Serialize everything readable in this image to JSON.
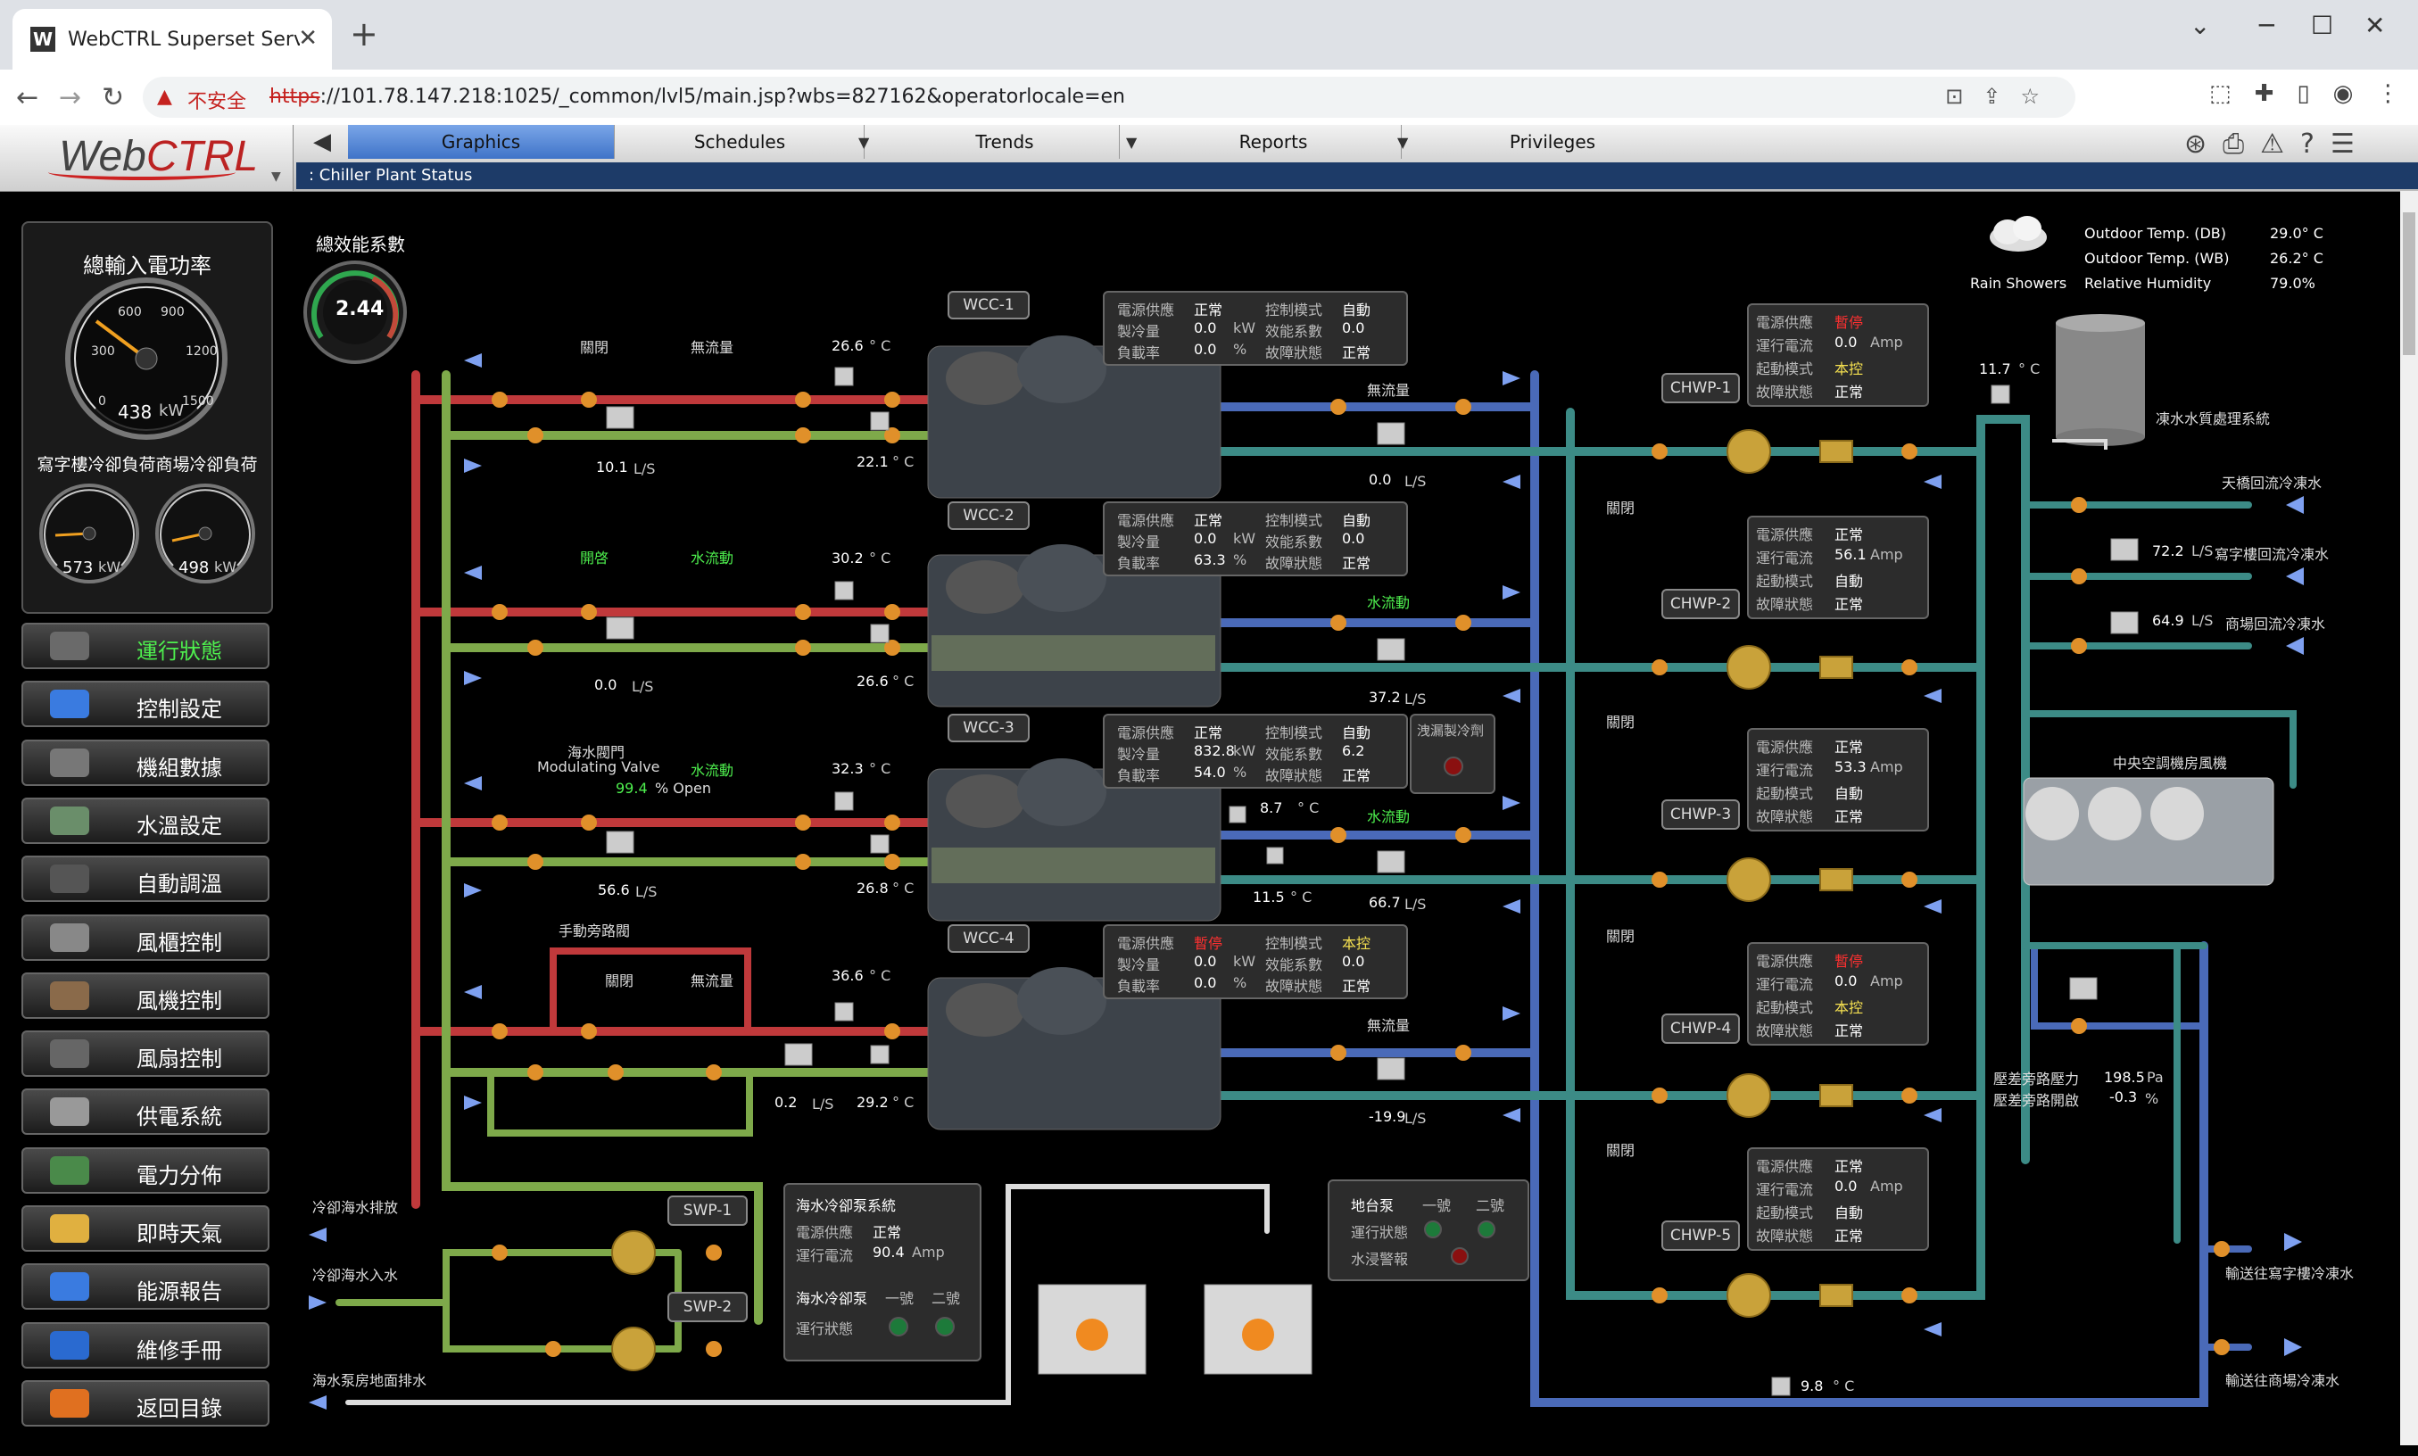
{
  "browser": {
    "tab_title": "WebCTRL Superset Server - /Si",
    "tab_favicon": "W",
    "url_warning": "不安全",
    "url_scheme": "https",
    "url_rest": "://101.78.147.218:1025/_common/lvl5/main.jsp?wbs=827162&operatorlocale=en"
  },
  "app": {
    "logo_main": "Web",
    "logo_accent": "CTRL",
    "tabs": [
      {
        "label": "Graphics"
      },
      {
        "label": "Schedules"
      },
      {
        "label": "Trends"
      },
      {
        "label": "Reports"
      },
      {
        "label": "Privileges"
      }
    ],
    "breadcrumb": ": Chiller Plant Status"
  },
  "left_gauges": {
    "main_title": "總輸入電功率",
    "main_value": "438",
    "main_unit": "kW",
    "main_ticks": [
      "0",
      "300",
      "600",
      "900",
      "1200",
      "1500"
    ],
    "sub_title": "寫字樓冷卻負荷商場冷卻負荷",
    "sub1_value": "573",
    "sub2_value": "498",
    "sub_unit": "kW"
  },
  "nav": [
    {
      "label": "運行狀態",
      "active": true,
      "color": "#6a6a6a"
    },
    {
      "label": "控制設定",
      "active": false,
      "color": "#3a7be0"
    },
    {
      "label": "機組數據",
      "active": false,
      "color": "#777"
    },
    {
      "label": "水溫設定",
      "active": false,
      "color": "#6a8e6a"
    },
    {
      "label": "自動調溫",
      "active": false,
      "color": "#555"
    },
    {
      "label": "風櫃控制",
      "active": false,
      "color": "#888"
    },
    {
      "label": "風機控制",
      "active": false,
      "color": "#8a6a4a"
    },
    {
      "label": "風扇控制",
      "active": false,
      "color": "#666"
    },
    {
      "label": "供電系統",
      "active": false,
      "color": "#999"
    },
    {
      "label": "電力分佈",
      "active": false,
      "color": "#4a8a4a"
    },
    {
      "label": "即時天氣",
      "active": false,
      "color": "#e0b040"
    },
    {
      "label": "能源報告",
      "active": false,
      "color": "#3a7be0"
    },
    {
      "label": "維修手冊",
      "active": false,
      "color": "#2a6ad0"
    },
    {
      "label": "返回目錄",
      "active": false,
      "color": "#e07020"
    }
  ],
  "efficiency": {
    "title": "總效能系數",
    "value": "2.44"
  },
  "weather": {
    "condition": "Rain Showers",
    "rows": [
      {
        "label": "Outdoor Temp. (DB)",
        "value": "29.0° C"
      },
      {
        "label": "Outdoor Temp. (WB)",
        "value": "26.2° C"
      },
      {
        "label": "Relative Humidity",
        "value": "79.0%"
      }
    ]
  },
  "chillers": [
    {
      "name": "WCC-1",
      "power_label": "電源供應",
      "power": "正常",
      "mode_label": "控制模式",
      "mode": "自動",
      "cool_label": "製冷量",
      "cool": "0.0",
      "cool_unit": "kW",
      "cop_label": "效能系數",
      "cop": "0.0",
      "load_label": "負載率",
      "load": "0.0",
      "load_unit": "%",
      "fault_label": "故障狀態",
      "fault": "正常",
      "valve_state": "關閉",
      "flow_state": "無流量",
      "temp_in": "26.6",
      "flow_ls": "10.1",
      "temp_out": "22.1",
      "chw_flow_state": "無流量",
      "chw_flow": "0.0"
    },
    {
      "name": "WCC-2",
      "power_label": "電源供應",
      "power": "正常",
      "mode_label": "控制模式",
      "mode": "自動",
      "cool_label": "製冷量",
      "cool": "0.0",
      "cool_unit": "kW",
      "cop_label": "效能系數",
      "cop": "0.0",
      "load_label": "負載率",
      "load": "63.3",
      "load_unit": "%",
      "fault_label": "故障狀態",
      "fault": "正常",
      "valve_state": "開啓",
      "flow_state": "水流動",
      "temp_in": "30.2",
      "flow_ls": "0.0",
      "temp_out": "26.6",
      "chw_flow_state": "水流動",
      "chw_flow": "37.2"
    },
    {
      "name": "WCC-3",
      "power_label": "電源供應",
      "power": "正常",
      "mode_label": "控制模式",
      "mode": "自動",
      "cool_label": "製冷量",
      "cool": "832.8",
      "cool_unit": "kW",
      "cop_label": "效能系數",
      "cop": "6.2",
      "load_label": "負載率",
      "load": "54.0",
      "load_unit": "%",
      "fault_label": "故障狀態",
      "fault": "正常",
      "valve_state": "99.4",
      "flow_state": "水流動",
      "temp_in": "32.3",
      "flow_ls": "56.6",
      "temp_out": "26.8",
      "chw_flow_state": "水流動",
      "chw_flow": "66.7"
    },
    {
      "name": "WCC-4",
      "power_label": "電源供應",
      "power": "暫停",
      "mode_label": "控制模式",
      "mode": "本控",
      "cool_label": "製冷量",
      "cool": "0.0",
      "cool_unit": "kW",
      "cop_label": "效能系數",
      "cop": "0.0",
      "load_label": "負載率",
      "load": "0.0",
      "load_unit": "%",
      "fault_label": "故障狀態",
      "fault": "正常",
      "valve_state": "關閉",
      "flow_state": "無流量",
      "temp_in": "36.6",
      "flow_ls": "0.2",
      "temp_out": "29.2",
      "chw_flow_state": "無流量",
      "chw_flow": "-19.9"
    }
  ],
  "wcc3_extra": {
    "valve_title": "海水閥門",
    "valve_sub": "Modulating Valve",
    "valve_open_unit": "% Open",
    "leak_title": "洩漏製冷劑",
    "chw_temp_in": "8.7",
    "chw_temp_out": "11.5"
  },
  "bypass": {
    "label": "手動旁路閥",
    "valve": "關閉",
    "flow": "無流量"
  },
  "pumps": [
    {
      "name": "CHWP-1",
      "power": "暫停",
      "current": "0.0",
      "mode": "本控",
      "fault": "正常",
      "valve": "關閉"
    },
    {
      "name": "CHWP-2",
      "power": "正常",
      "current": "56.1",
      "mode": "自動",
      "fault": "正常",
      "valve": "關閉"
    },
    {
      "name": "CHWP-3",
      "power": "正常",
      "current": "53.3",
      "mode": "自動",
      "fault": "正常",
      "valve": "關閉"
    },
    {
      "name": "CHWP-4",
      "power": "暫停",
      "current": "0.0",
      "mode": "本控",
      "fault": "正常",
      "valve": "關閉"
    },
    {
      "name": "CHWP-5",
      "power": "正常",
      "current": "0.0",
      "mode": "自動",
      "fault": "正常"
    }
  ],
  "pump_labels": {
    "power": "電源供應",
    "current": "運行電流",
    "mode": "起動模式",
    "fault": "故障狀態",
    "amp": "Amp"
  },
  "right_side": {
    "tank_temp": "11.7",
    "tank_label": "凍水水質處理系統",
    "r1_label": "天橋回流冷凍水",
    "r2_flow": "72.2",
    "r2_label": "寫字樓回流冷凍水",
    "r3_flow": "64.9",
    "r3_label": "商場回流冷凍水",
    "ahu_label": "中央空調機房風機",
    "dp_label": "壓差旁路壓力",
    "dp_value": "198.5",
    "dp_unit": "Pa",
    "dpv_label": "壓差旁路開啟",
    "dpv_value": "-0.3",
    "dpv_unit": "%",
    "out1": "輸送往寫字樓冷凍水",
    "out2": "輸送往商場冷凍水",
    "bottom_temp": "9.8"
  },
  "seawater": {
    "discharge": "冷卻海水排放",
    "intake": "冷卻海水入水",
    "drain": "海水泵房地面排水",
    "swp1": "SWP-1",
    "swp2": "SWP-2",
    "panel_title": "海水冷卻泵系統",
    "power_label": "電源供應",
    "power": "正常",
    "current_label": "運行電流",
    "current": "90.4",
    "current_unit": "Amp",
    "pump_label": "海水冷卻泵",
    "no1": "一號",
    "no2": "二號",
    "run_label": "運行狀態"
  },
  "sump": {
    "title": "地台泵",
    "no1": "一號",
    "no2": "二號",
    "run_label": "運行狀態",
    "flood_label": "水浸警報"
  },
  "units": {
    "ls": "L/S",
    "degc": "° C"
  }
}
